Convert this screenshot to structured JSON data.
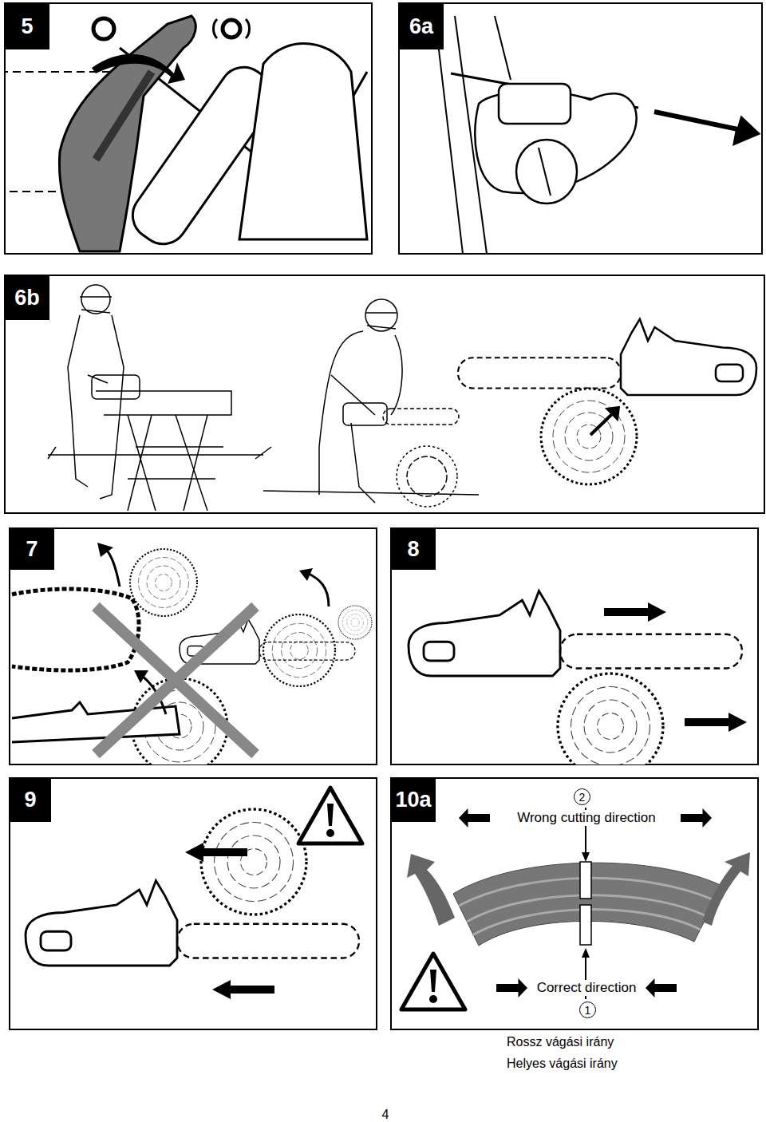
{
  "diagram": {
    "nodes": [
      {
        "text": [
          "5"
        ]
      },
      {
        "text": [
          "6a"
        ]
      },
      {
        "text": [
          "6b"
        ]
      },
      {
        "text": [
          "7"
        ]
      },
      {
        "text": [
          "8"
        ]
      },
      {
        "text": [
          "9"
        ]
      },
      {
        "text": [
          "10a"
        ]
      },
      {
        "text": [
          "2"
        ]
      },
      {
        "text": [
          "1"
        ]
      }
    ],
    "labels": [
      "Wrong cutting direction",
      "Correct direction",
      "Rossz vágási irány",
      "Helyes vágási irány",
      "4"
    ]
  }
}
